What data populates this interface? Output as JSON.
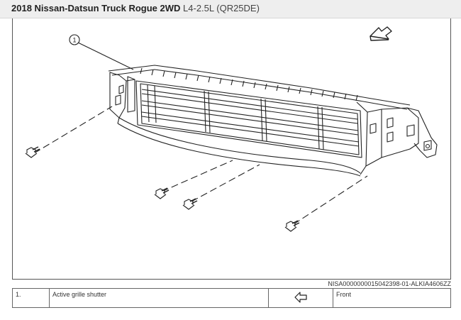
{
  "header": {
    "vehicle": "2018 Nissan-Datsun Truck Rogue 2WD",
    "engine": "L4-2.5L (QR25DE)"
  },
  "diagram": {
    "callout": "1",
    "figure_id": "NISA0000000015042398-01-ALKIA4606ZZ"
  },
  "legend": {
    "rows": [
      {
        "number": "1.",
        "description": "Active grille shutter",
        "icon": "front-arrow-icon",
        "label": "Front"
      }
    ]
  }
}
